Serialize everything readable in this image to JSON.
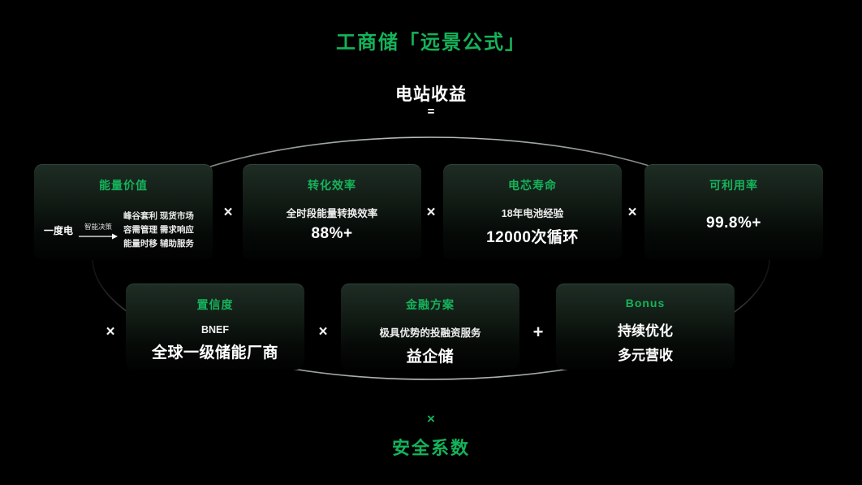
{
  "colors": {
    "background": "#000000",
    "accent_green": "#14b35a",
    "card_gradient_top": "#1e2d25",
    "operator_white": "#f2f2f2",
    "ellipse_stroke": "#b5bfb8"
  },
  "title": "工商储「远景公式」",
  "formula": {
    "result_label": "电站收益",
    "equals_sign": "=",
    "times_sign": "×",
    "plus_sign": "+",
    "bottom_times_sign": "×",
    "safety_label": "安全系数"
  },
  "cards_row1": [
    {
      "title": "能量价值",
      "input_label": "一度电",
      "arrow_label": "智能决策",
      "items": [
        "峰谷套利 现货市场",
        "容需管理 需求响应",
        "能量时移 辅助服务"
      ]
    },
    {
      "title": "转化效率",
      "subtitle": "全时段能量转换效率",
      "value": "88%+"
    },
    {
      "title": "电芯寿命",
      "subtitle": "18年电池经验",
      "value": "12000次循环"
    },
    {
      "title": "可利用率",
      "value": "99.8%+"
    }
  ],
  "cards_row2": [
    {
      "title": "置信度",
      "subtitle": "BNEF",
      "value": "全球一级储能厂商"
    },
    {
      "title": "金融方案",
      "subtitle": "极具优势的投融资服务",
      "value": "益企储"
    },
    {
      "title": "Bonus",
      "line1": "持续优化",
      "line2": "多元营收"
    }
  ]
}
